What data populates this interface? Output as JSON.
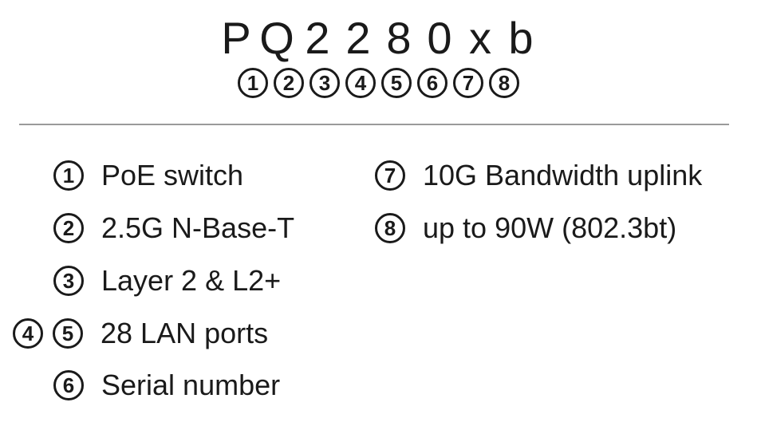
{
  "model": {
    "chars": [
      "P",
      "Q",
      "2",
      "2",
      "8",
      "0",
      "x",
      "b"
    ],
    "positions": [
      "1",
      "2",
      "3",
      "4",
      "5",
      "6",
      "7",
      "8"
    ]
  },
  "legend": {
    "left": [
      {
        "numbers": [
          "1"
        ],
        "label": "PoE switch"
      },
      {
        "numbers": [
          "2"
        ],
        "label": "2.5G N-Base-T"
      },
      {
        "numbers": [
          "3"
        ],
        "label": "Layer 2 & L2+"
      },
      {
        "numbers": [
          "4",
          "5"
        ],
        "label": "28 LAN ports"
      },
      {
        "numbers": [
          "6"
        ],
        "label": "Serial number"
      }
    ],
    "right": [
      {
        "numbers": [
          "7"
        ],
        "label": "10G Bandwidth uplink"
      },
      {
        "numbers": [
          "8"
        ],
        "label": "up to 90W (802.3bt)"
      }
    ]
  },
  "colors": {
    "text": "#1a1a1a",
    "divider": "#9a9a9a"
  }
}
